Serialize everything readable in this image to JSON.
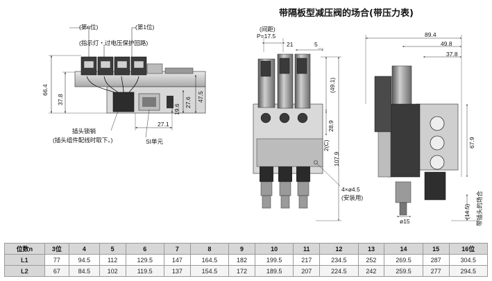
{
  "title": "带隔板型减压阀的场合(带压力表)",
  "left_view": {
    "station_n": "(第n位)",
    "station_1": "(第1位)",
    "indicator_note": "(指示灯・过电压保护回路)",
    "dim_66_4": "66.4",
    "dim_37_8": "37.8",
    "dim_47_5": "47.5",
    "dim_27_6": "27.6",
    "dim_19_6": "19.6",
    "dim_27_1": "27.1",
    "plug_lock": "插头锁销",
    "plug_note": "(插头组件配线时取下。)",
    "si_unit": "SI单元"
  },
  "center_view": {
    "pitch_label": "(间距)",
    "pitch_value": "P=17.5",
    "dim_21": "21",
    "dim_5": "5",
    "dim_49_1": "(49.1)",
    "dim_28_9": "28.9",
    "dim_2c": "2(C)",
    "dim_107_9": "107.9",
    "mount_holes": "4×ø4.5",
    "mount_note": "(安装用)"
  },
  "right_view": {
    "dim_89_4": "89.4",
    "dim_49_8": "49.8",
    "dim_37_8": "37.8",
    "dim_67_9": "67.9",
    "dim_14_5": "(14.5)",
    "connector_note": "带插头的场合",
    "dia_15": "ø15"
  },
  "table": {
    "header_label": "位数n",
    "stations": [
      "3位",
      "4",
      "5",
      "6",
      "7",
      "8",
      "9",
      "10",
      "11",
      "12",
      "13",
      "14",
      "15",
      "16位"
    ],
    "rows": [
      {
        "label": "L1",
        "values": [
          "77",
          "94.5",
          "112",
          "129.5",
          "147",
          "164.5",
          "182",
          "199.5",
          "217",
          "234.5",
          "252",
          "269.5",
          "287",
          "304.5"
        ]
      },
      {
        "label": "L2",
        "values": [
          "67",
          "84.5",
          "102",
          "119.5",
          "137",
          "154.5",
          "172",
          "189.5",
          "207",
          "224.5",
          "242",
          "259.5",
          "277",
          "294.5"
        ]
      }
    ]
  }
}
